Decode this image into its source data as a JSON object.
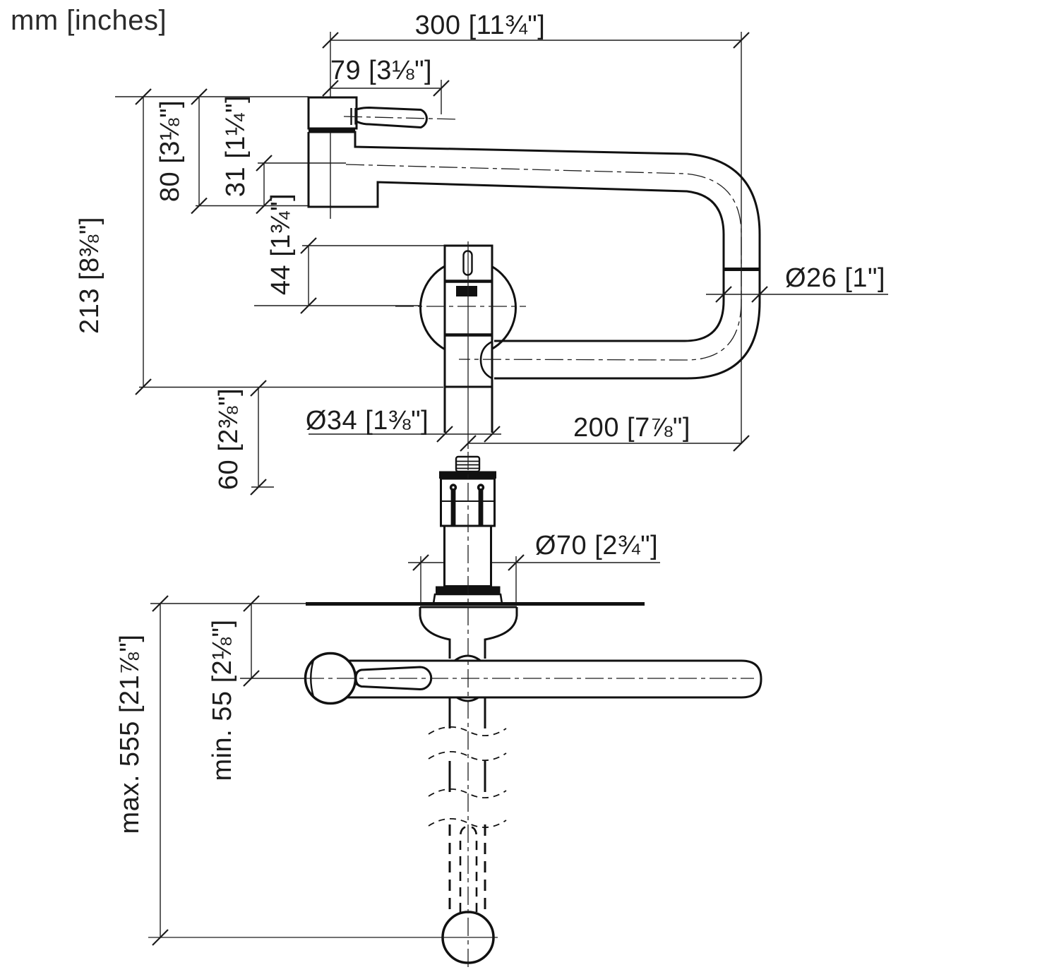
{
  "units_note": "mm [inches]",
  "drawing": {
    "type": "technical dimension drawing",
    "subject": "wall-mounted pot filler faucet, side elevation (top) and mounting/plan view (bottom)"
  },
  "dimensions": {
    "overall_width": {
      "label": "300 [11¾\"]",
      "mm": 300,
      "inches": "11 3/4\""
    },
    "lever_length": {
      "label": "79 [3⅛\"]",
      "mm": 79,
      "inches": "3 1/8\""
    },
    "handle_height": {
      "label": "80 [3⅛\"]",
      "mm": 80,
      "inches": "3 1/8\""
    },
    "spout_drop": {
      "label": "31 [1¼\"]",
      "mm": 31,
      "inches": "1 1/4\""
    },
    "overall_height": {
      "label": "213 [8⅜\"]",
      "mm": 213,
      "inches": "8 3/8\""
    },
    "body_top_to_center": {
      "label": "44 [1¾\"]",
      "mm": 44,
      "inches": "1 3/4\""
    },
    "pipe_diameter": {
      "label": "Ø26 [1\"]",
      "mm": 26,
      "inches": "1\""
    },
    "outlet_diameter": {
      "label": "Ø34 [1⅜\"]",
      "mm": 34,
      "inches": "1 3/8\""
    },
    "center_to_outlet": {
      "label": "200 [7⅞\"]",
      "mm": 200,
      "inches": "7 7/8\""
    },
    "outlet_length": {
      "label": "60 [2⅜\"]",
      "mm": 60,
      "inches": "2 3/8\""
    },
    "flange_diameter": {
      "label": "Ø70 [2¾\"]",
      "mm": 70,
      "inches": "2 3/4\""
    },
    "max_depth": {
      "label": "max. 555 [21⅞\"]",
      "mm": 555,
      "inches": "21 7/8\"",
      "qualifier": "max."
    },
    "min_clearance": {
      "label": "min. 55 [2⅛\"]",
      "mm": 55,
      "inches": "2 1/8\"",
      "qualifier": "min."
    }
  }
}
